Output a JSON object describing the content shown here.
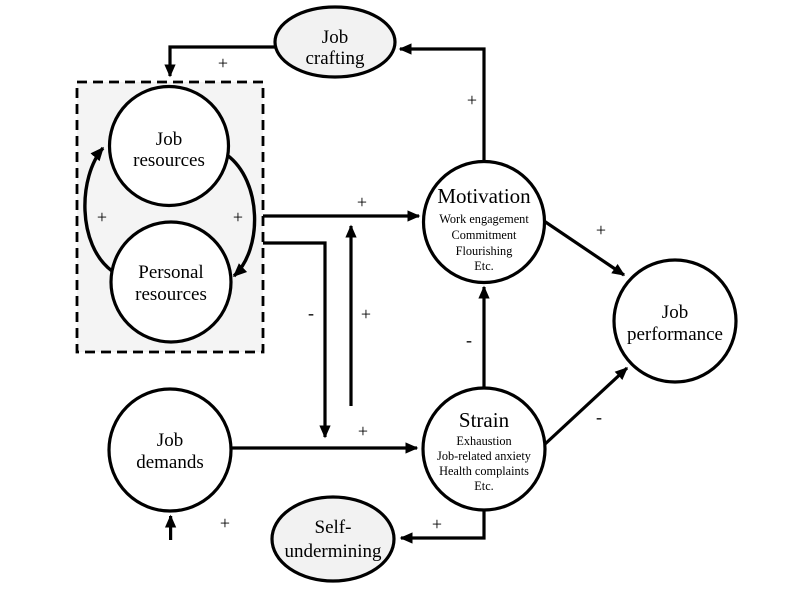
{
  "diagram": {
    "colors": {
      "background": "#ffffff",
      "stroke": "#000000",
      "node_fill": "#ffffff",
      "shaded_node_fill": "#f2f2f2",
      "resources_box_fill": "#f4f4f4"
    },
    "nodes": {
      "job_crafting": {
        "line1": "Job",
        "line2": "crafting"
      },
      "job_resources": {
        "line1": "Job",
        "line2": "resources"
      },
      "personal_resources": {
        "line1": "Personal",
        "line2": "resources"
      },
      "motivation": {
        "title": "Motivation",
        "sub1": "Work engagement",
        "sub2": "Commitment",
        "sub3": "Flourishing",
        "sub4": "Etc."
      },
      "job_performance": {
        "line1": "Job",
        "line2": "performance"
      },
      "job_demands": {
        "line1": "Job",
        "line2": "demands"
      },
      "strain": {
        "title": "Strain",
        "sub1": "Exhaustion",
        "sub2": "Job-related anxiety",
        "sub3": "Health complaints",
        "sub4": "Etc."
      },
      "self_undermining": {
        "line1": "Self-",
        "line2": "undermining"
      }
    },
    "edge_signs": {
      "job_crafting_to_resources": "+",
      "motivation_to_job_crafting": "+",
      "resources_loop_left": "+",
      "resources_loop_right": "+",
      "resources_to_motivation": "+",
      "motivation_to_job_performance": "+",
      "demands_boost_on_motivation_path": "+",
      "resources_buffer_on_strain_path": "-",
      "strain_to_motivation": "-",
      "job_demands_to_strain": "+",
      "strain_to_job_performance": "-",
      "strain_to_self_undermining": "+",
      "self_undermining_to_job_demands": "+"
    }
  }
}
